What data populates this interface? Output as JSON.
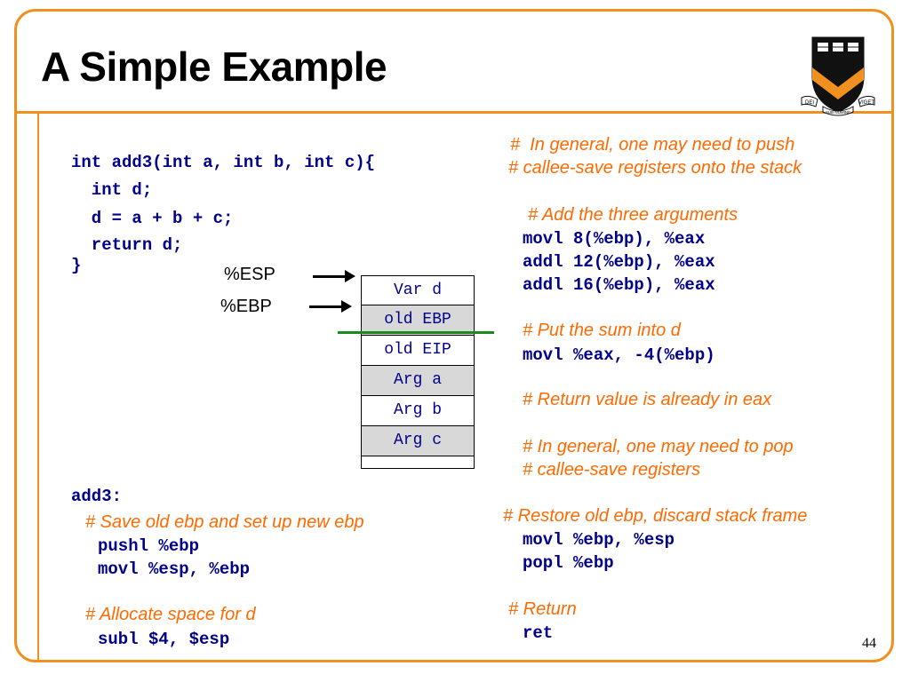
{
  "slide": {
    "title": "A Simple Example",
    "page_number": "44",
    "logo": {
      "icon": "princeton-shield-icon",
      "motto_left": "DEI",
      "motto_right": "VIGET",
      "motto_bottom": "SUB NUMINE"
    }
  },
  "c_code": {
    "lines": [
      "int add3(int a, int b, int c){",
      "  int d;",
      "  d = a + b + c;",
      "  return d;",
      "}"
    ]
  },
  "stack": {
    "esp_label": "%ESP",
    "ebp_label": "%EBP",
    "cells": [
      "Var d",
      "old EBP",
      "old EIP",
      "Arg a",
      "Arg b",
      "Arg c"
    ]
  },
  "asm_left": {
    "label": "add3:",
    "c1": "# Save old ebp and set up new ebp",
    "i1": "pushl %ebp",
    "i2": "movl %esp, %ebp",
    "c2": "# Allocate space for d",
    "i3": "subl $4, $esp"
  },
  "asm_right": {
    "c1a": "#  In general, one may need to push",
    "c1b": "# callee-save registers onto the stack",
    "c2": "# Add the three arguments",
    "i1": "movl 8(%ebp), %eax",
    "i2": "addl 12(%ebp), %eax",
    "i3": "addl 16(%ebp), %eax",
    "c3": "# Put the sum into d",
    "i4": "movl %eax, -4(%ebp)",
    "c4": "# Return value is already in eax",
    "c5a": "# In general, one may need to pop",
    "c5b": "# callee-save registers",
    "c6": "# Restore old ebp, discard stack frame",
    "i5": "movl %ebp, %esp",
    "i6": "popl %ebp",
    "c7": "# Return",
    "i7": "ret"
  },
  "colors": {
    "accent": "#f0901e",
    "comment": "#ff6a00",
    "code": "#00008b",
    "green": "#1a8a1a"
  }
}
